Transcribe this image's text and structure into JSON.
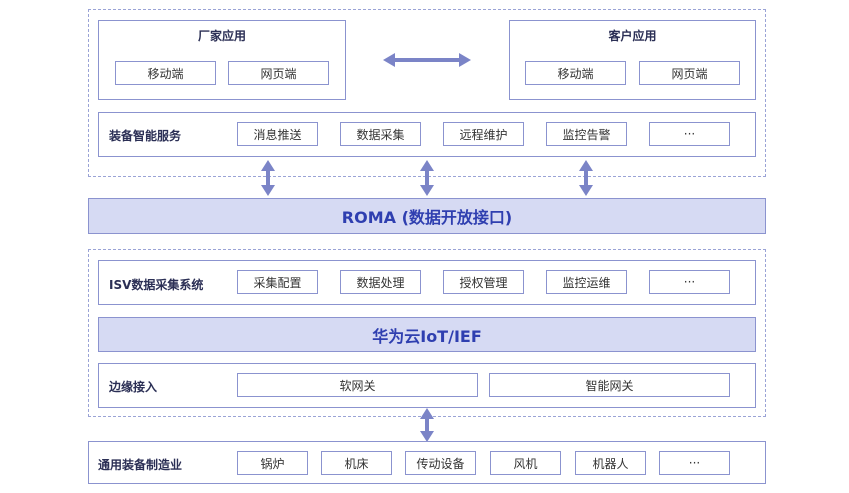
{
  "top": {
    "vendor_app": {
      "title": "厂家应用",
      "items": [
        "移动端",
        "网页端"
      ]
    },
    "customer_app": {
      "title": "客户应用",
      "items": [
        "移动端",
        "网页端"
      ]
    },
    "smart_service": {
      "label": "装备智能服务",
      "items": [
        "消息推送",
        "数据采集",
        "远程维护",
        "监控告警",
        "···"
      ]
    }
  },
  "roma": {
    "label": "ROMA (数据开放接口)"
  },
  "middle": {
    "isv": {
      "label": "ISV数据采集系统",
      "items": [
        "采集配置",
        "数据处理",
        "授权管理",
        "监控运维",
        "···"
      ]
    },
    "huawei": {
      "label": "华为云IoT/IEF"
    },
    "edge": {
      "label": "边缘接入",
      "items": [
        "软网关",
        "智能网关"
      ]
    }
  },
  "bottom": {
    "industry": {
      "label": "通用装备制造业",
      "items": [
        "锅炉",
        "机床",
        "传动设备",
        "风机",
        "机器人",
        "···"
      ]
    }
  },
  "colors": {
    "accent": "#7b84c7",
    "bar_fill": "#d6daf3",
    "bar_text": "#2f3fb0",
    "border": "#8b93cf"
  }
}
